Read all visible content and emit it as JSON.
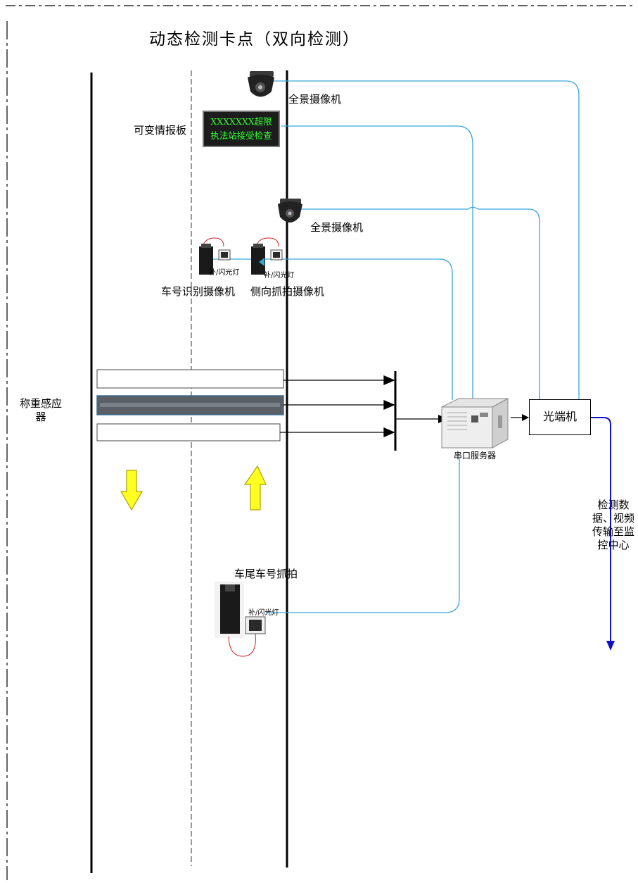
{
  "title": "动态检测卡点（双向检测）",
  "labels": {
    "vms_label": "可变情报板",
    "vms_line1": "XXXXXXX超限",
    "vms_line2": "执法站接受检查",
    "pano_camera_1": "全景摄像机",
    "pano_camera_2": "全景摄像机",
    "flash_lamp_1": "补/闪光灯",
    "flash_lamp_2": "补/闪光灯",
    "flash_lamp_3": "补/闪光灯",
    "plate_camera": "车号识别摄像机",
    "side_camera": "侧向抓拍摄像机",
    "weigh_sensor_line1": "称重感应",
    "weigh_sensor_line2": "器",
    "serial_server": "串口服务器",
    "optical_transceiver": "光端机",
    "rear_capture": "车尾车号抓拍",
    "transmit_line1": "检测数",
    "transmit_line2": "据、视频",
    "transmit_line3": "传输至监",
    "transmit_line4": "控中心"
  },
  "colors": {
    "cable": "#3aa6d6",
    "uplink": "#1010c8",
    "arrow_fill": "#ffff22",
    "arrow_stroke": "#b0a000",
    "camera_wire": "#d42020"
  }
}
